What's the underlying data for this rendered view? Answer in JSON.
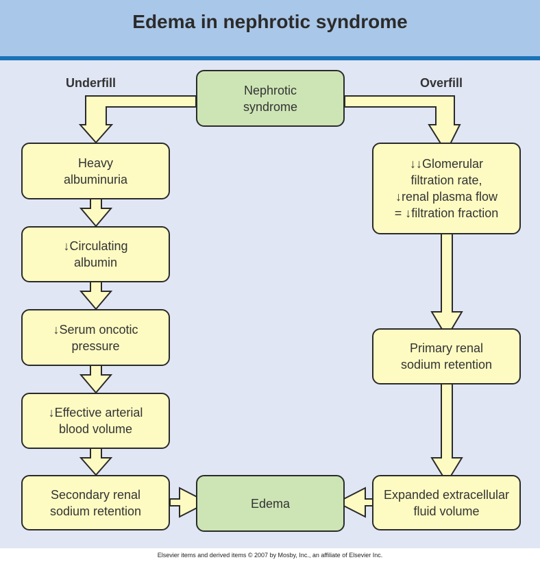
{
  "title": "Edema in nephrotic syndrome",
  "branches": {
    "left": "Underfill",
    "right": "Overfill"
  },
  "nodes": {
    "nephrotic": "Nephrotic\nsyndrome",
    "heavy_albuminuria": "Heavy\nalbuminuria",
    "circulating_albumin": "↓Circulating\nalbumin",
    "serum_oncotic": "↓Serum oncotic\npressure",
    "effective_arterial": "↓Effective arterial\nblood volume",
    "secondary_renal": "Secondary renal\nsodium retention",
    "edema": "Edema",
    "gfr": "↓↓Glomerular\nfiltration rate,\n↓renal plasma flow\n= ↓filtration fraction",
    "primary_renal": "Primary renal\nsodium retention",
    "expanded_ecf": "Expanded extracellular\nfluid volume"
  },
  "credit": "Elsevier items and derived items © 2007 by Mosby, Inc., an affiliate of Elsevier Inc.",
  "colors": {
    "header": "#a9c7e8",
    "rule": "#1a72b8",
    "panel": "#e0e6f4",
    "box_yellow": "#fdfbc2",
    "box_green": "#cde5b5"
  }
}
